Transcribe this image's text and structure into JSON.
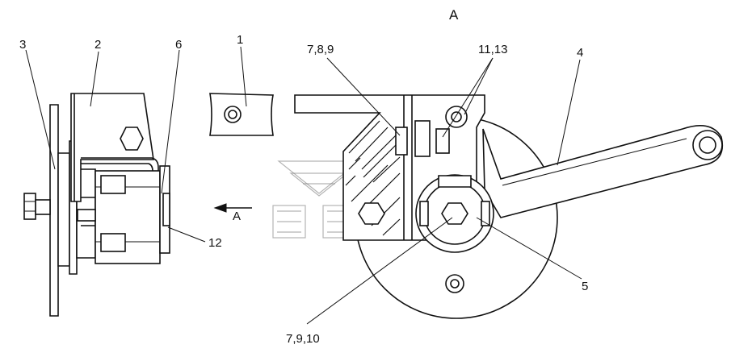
{
  "view_title": "A",
  "arrow_label": "A",
  "callouts": [
    {
      "id": "c1",
      "text": "1"
    },
    {
      "id": "c2",
      "text": "2"
    },
    {
      "id": "c3",
      "text": "3"
    },
    {
      "id": "c4",
      "text": "4"
    },
    {
      "id": "c5",
      "text": "5"
    },
    {
      "id": "c6",
      "text": "6"
    },
    {
      "id": "c12",
      "text": "12"
    },
    {
      "id": "c789",
      "text": "7,8,9"
    },
    {
      "id": "c1113",
      "text": "11,13"
    },
    {
      "id": "c7910",
      "text": "7,9,10"
    }
  ]
}
